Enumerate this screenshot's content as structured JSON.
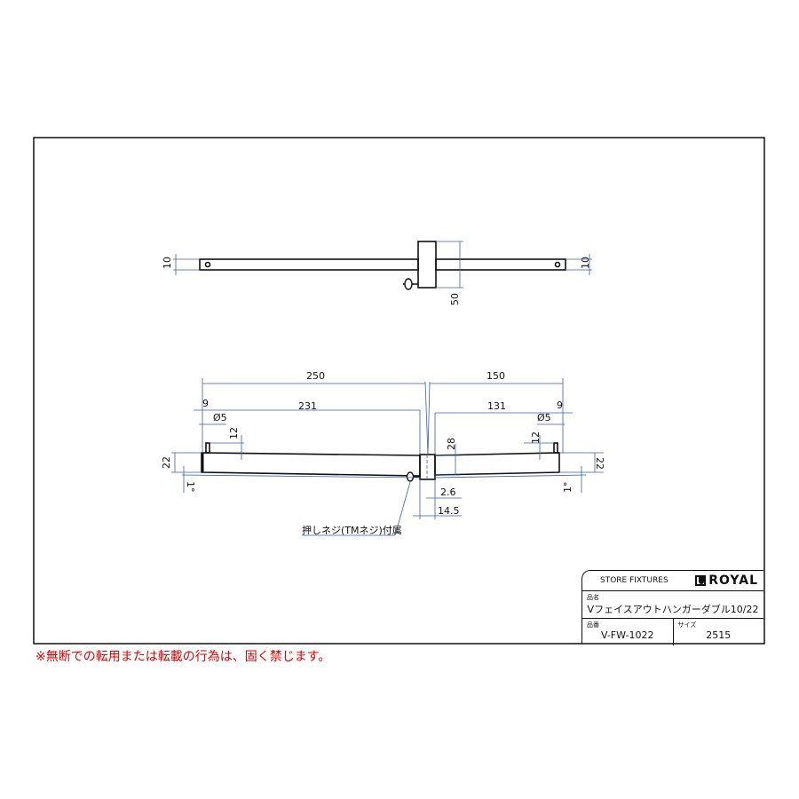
{
  "dimensions": {
    "top_left_thickness": "10",
    "top_right_thickness": "10",
    "top_block_height": "50",
    "overall_left": "250",
    "overall_right": "150",
    "left_pin_offset": "9",
    "left_length": "231",
    "right_length": "131",
    "right_pin_offset": "9",
    "left_pin_dia": "Ø5",
    "right_pin_dia": "Ø5",
    "left_pin_height": "12",
    "right_pin_height": "12",
    "block_height": "28",
    "left_bar_height": "22",
    "right_bar_height": "22",
    "left_angle": "1°",
    "right_angle": "1°",
    "slot_width": "2.6",
    "block_width": "14.5"
  },
  "callout": "押しネジ(TMネジ)付属",
  "title_block": {
    "company_label": "STORE FIXTURES",
    "brand": "ROYAL",
    "name_label": "品名",
    "name": "Vフェイスアウトハンガーダブル10/22",
    "number_label": "品番",
    "number": "V-FW-1022",
    "size_label": "サイズ",
    "size": "2515"
  },
  "warning": "※無断での転用または転載の行為は、固く禁じます。"
}
